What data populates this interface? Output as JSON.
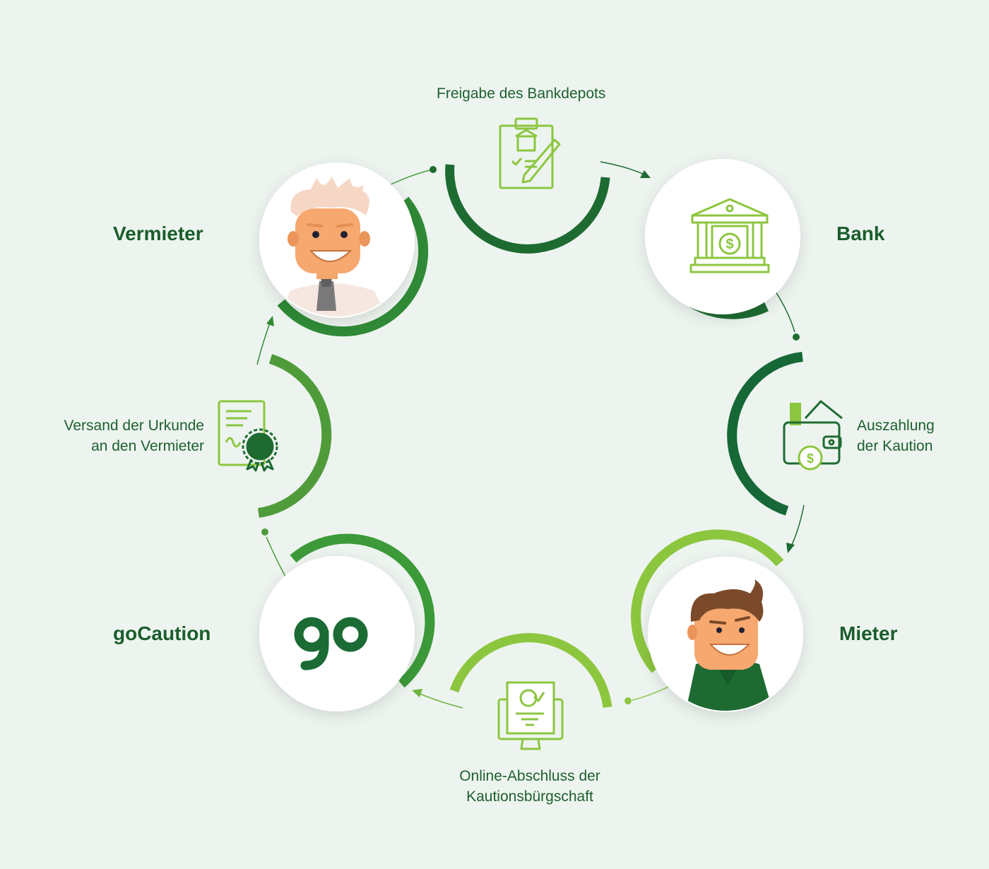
{
  "colors": {
    "background": "#edf4ef",
    "dark_green": "#1e6b32",
    "mid_green": "#3c9a39",
    "light_green": "#8cc63f",
    "text_green": "#1e5f2e",
    "logo_green": "#1a6b34"
  },
  "nodes": {
    "vermieter": {
      "title": "Vermieter",
      "icon": "landlord-avatar"
    },
    "bank": {
      "title": "Bank",
      "icon": "bank-building-icon"
    },
    "mieter": {
      "title": "Mieter",
      "icon": "tenant-avatar"
    },
    "gocaution": {
      "title": "goCaution",
      "icon": "go-logo",
      "logo_text": "go"
    }
  },
  "steps": {
    "freigabe": {
      "lines": [
        "Freigabe des Bankdepots"
      ],
      "icon": "clipboard-sign-icon"
    },
    "auszahlung": {
      "lines": [
        "Auszahlung",
        "der Kaution"
      ],
      "icon": "wallet-money-icon"
    },
    "online": {
      "lines": [
        "Online-Abschluss der",
        "Kautionsbürgschaft"
      ],
      "icon": "monitor-document-icon"
    },
    "versand": {
      "lines": [
        "Versand der Urkunde",
        "an den Vermieter"
      ],
      "icon": "certificate-icon"
    }
  }
}
